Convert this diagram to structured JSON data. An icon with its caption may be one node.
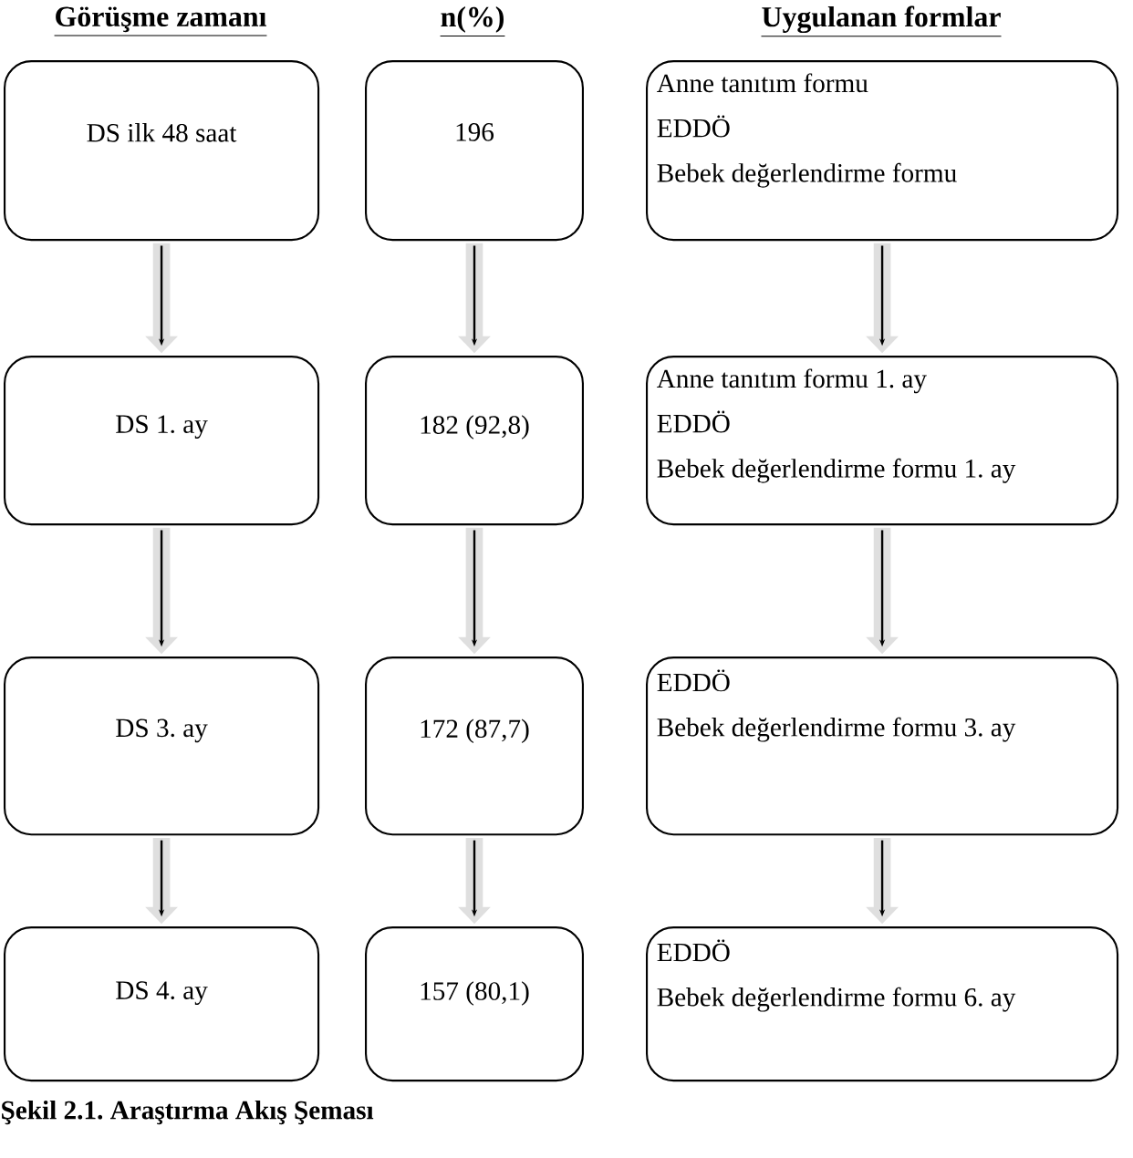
{
  "diagram": {
    "caption": "Şekil 2.1. Araştırma Akış Şeması",
    "nodes": [
      {
        "text": [
          "DS ilk 48 saat"
        ]
      },
      {
        "text": [
          "196"
        ]
      },
      {
        "text": [
          "Anne tanıtım formu",
          "EDDÖ",
          "Bebek değerlendirme formu"
        ]
      },
      {
        "text": [
          "DS 1. ay"
        ]
      },
      {
        "text": [
          "182 (92,8)"
        ]
      },
      {
        "text": [
          "Anne tanıtım formu 1. ay",
          "EDDÖ",
          "Bebek değerlendirme formu 1. ay"
        ]
      },
      {
        "text": [
          "DS 3. ay"
        ]
      },
      {
        "text": [
          "172 (87,7)"
        ]
      },
      {
        "text": [
          "EDDÖ",
          "Bebek değerlendirme formu 3. ay"
        ]
      },
      {
        "text": [
          "DS 4. ay"
        ]
      },
      {
        "text": [
          "157 (80,1)"
        ]
      },
      {
        "text": [
          "EDDÖ",
          "Bebek değerlendirme formu 6. ay"
        ]
      }
    ],
    "edges": [
      {
        "from": 0,
        "to": 3,
        "arrow": "to"
      },
      {
        "from": 1,
        "to": 4,
        "arrow": "to"
      },
      {
        "from": 2,
        "to": 5,
        "arrow": "to"
      },
      {
        "from": 3,
        "to": 6,
        "arrow": "to"
      },
      {
        "from": 4,
        "to": 7,
        "arrow": "to"
      },
      {
        "from": 5,
        "to": 8,
        "arrow": "to"
      },
      {
        "from": 6,
        "to": 9,
        "arrow": "to"
      },
      {
        "from": 7,
        "to": 10,
        "arrow": "to"
      },
      {
        "from": 8,
        "to": 11,
        "arrow": "to"
      }
    ],
    "labels": [
      "Görüşme zamanı",
      "n(%)",
      "Uygulanan formlar"
    ]
  }
}
